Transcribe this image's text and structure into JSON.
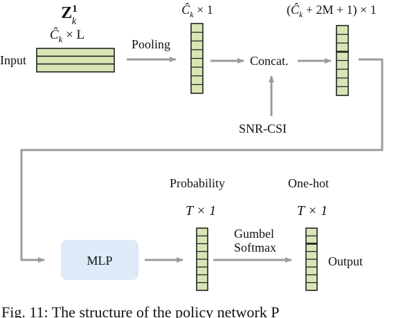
{
  "labels": {
    "input": "Input",
    "pooling": "Pooling",
    "concat": "Concat.",
    "snr_csi": "SNR-CSI",
    "probability": "Probability",
    "one_hot": "One-hot",
    "mlp": "MLP",
    "gumbel_line1": "Gumbel",
    "gumbel_line2": "Softmax",
    "output": "Output"
  },
  "math": {
    "z_main": "Z",
    "z_sup": "1",
    "z_sub": "k",
    "input_dim_c": "Ĉ",
    "input_dim_sub": "k",
    "input_dim_rest": " × L",
    "pooled_dim_c": "Ĉ",
    "pooled_dim_sub": "k",
    "pooled_dim_rest": " × 1",
    "concat_dim_open": "(",
    "concat_dim_c": "Ĉ",
    "concat_dim_sub": "k",
    "concat_dim_rest": " + 2M + 1) × 1",
    "prob_dim": "T × 1",
    "onehot_dim": "T × 1"
  },
  "caption": "Fig. 11: The structure of the policy network P",
  "colors": {
    "vector_fill": "#d8e6b4",
    "vector_stroke": "#222222",
    "arrow": "#9b9b9b",
    "mlp_fill": "#dcebf7"
  }
}
